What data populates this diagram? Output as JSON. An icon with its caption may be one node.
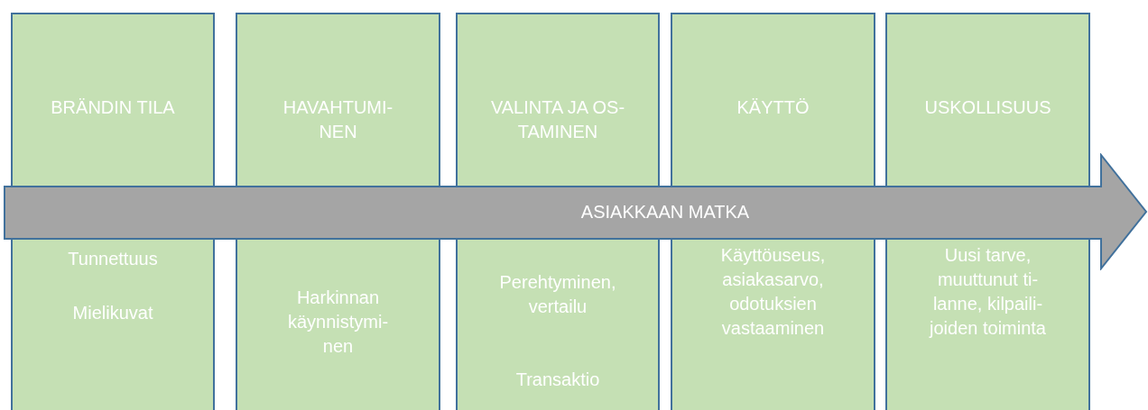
{
  "diagram": {
    "nodes": [
      {
        "text": [
          "BRÄNDIN TILA",
          "Tunnettuus",
          "Mielikuvat"
        ]
      },
      {
        "text": [
          "HAVAHTUMI-NEN",
          "Harkinnan käynnistymi-nen"
        ]
      },
      {
        "text": [
          "VALINTA JA OS-TAMINEN",
          "Perehtyminen, vertailu",
          "Transaktio"
        ]
      },
      {
        "text": [
          "KÄYTTÖ",
          "Käyttöuseus, asiakasarvo, odotuksien vastaaminen"
        ]
      },
      {
        "text": [
          "USKOLLISUUS",
          "Uusi tarve, muuttunut ti-lanne, kilpaili-joiden toiminta"
        ]
      },
      {
        "text": [
          "ASIAKKAAN MATKA"
        ]
      }
    ],
    "edges": []
  }
}
